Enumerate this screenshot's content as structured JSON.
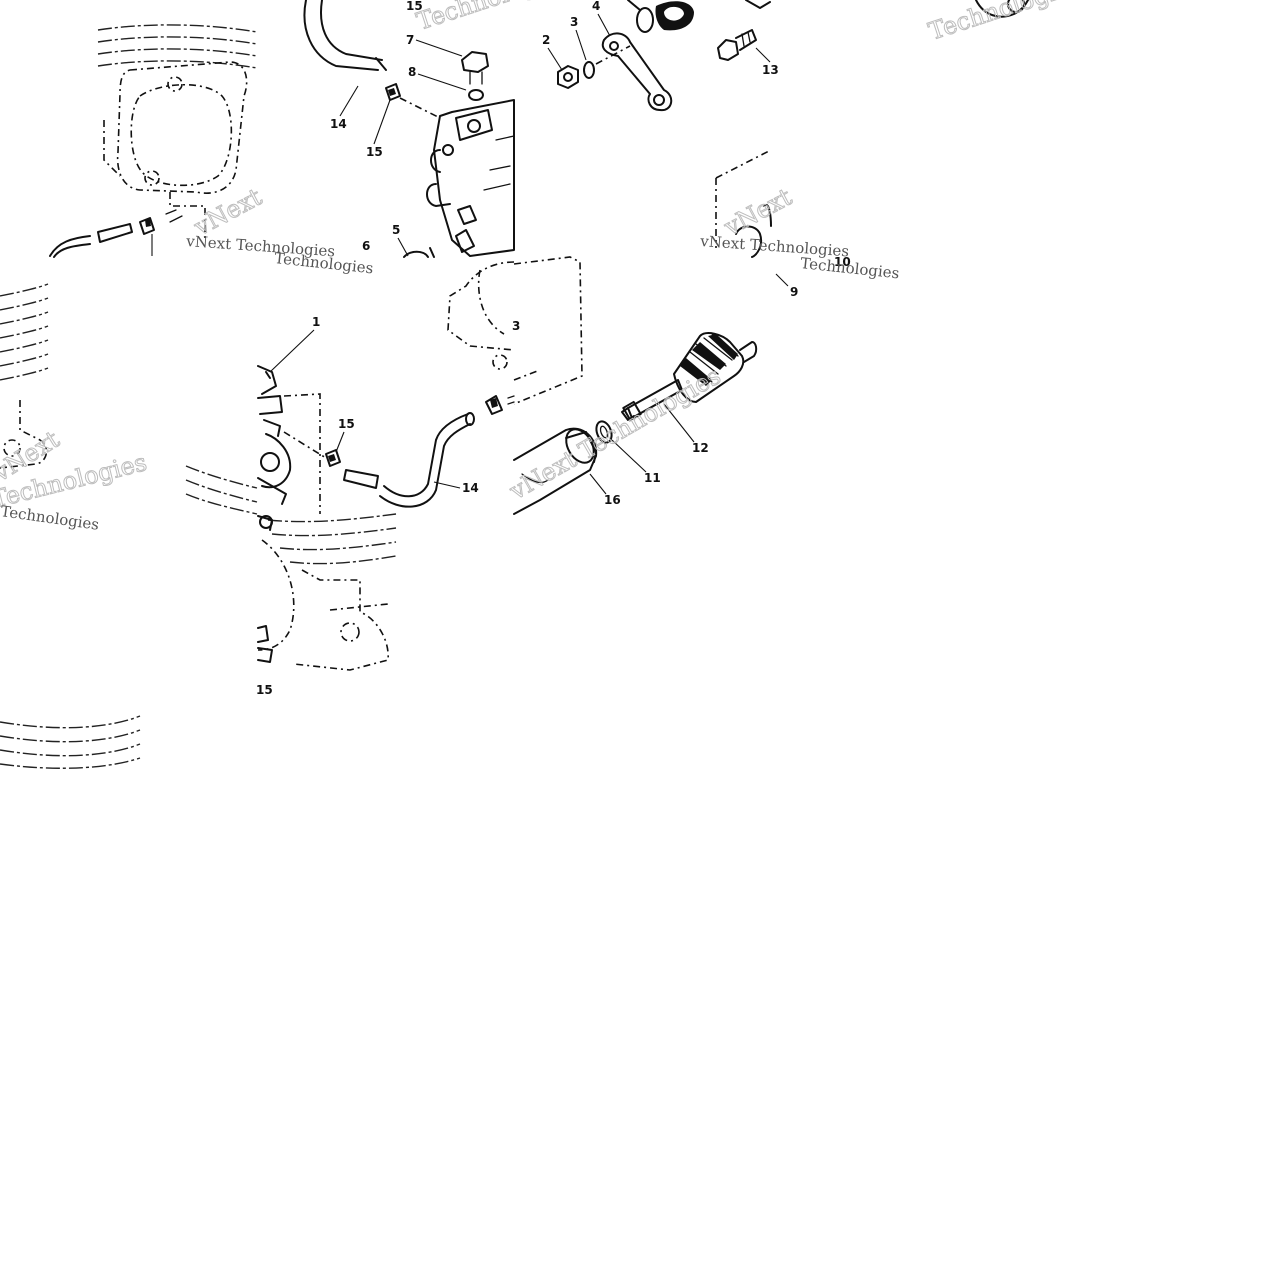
{
  "diagram": {
    "callouts": {
      "c1": "1",
      "c2": "2",
      "c3a": "3",
      "c3b": "3",
      "c4": "4",
      "c5": "5",
      "c6": "6",
      "c7": "7",
      "c8": "8",
      "c9": "9",
      "c10": "10",
      "c11": "11",
      "c12": "12",
      "c13": "13",
      "c14a": "14",
      "c14b": "14",
      "c15a": "15",
      "c15b": "15",
      "c15c": "15",
      "c15d": "15",
      "c16": "16"
    },
    "watermarks": {
      "w1": "vNext Technologies",
      "w2": "vNext Technologies",
      "w3": "Technologies",
      "w4": "Technologies",
      "w5": "vNext",
      "w6": "Technologies",
      "w7": "vNext Technologies",
      "w8": "Technologies",
      "w9": "vNext",
      "w10": "Technologies",
      "w11": "vNext",
      "w12": "Technologies"
    }
  }
}
